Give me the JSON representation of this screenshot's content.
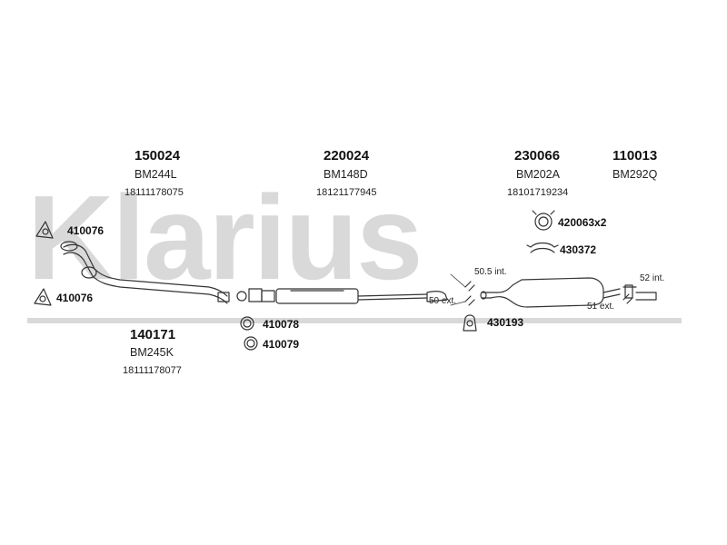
{
  "watermark": "Klarius",
  "groups": [
    {
      "code": "150024",
      "model": "BM244L",
      "oem": "18111178075"
    },
    {
      "code": "220024",
      "model": "BM148D",
      "oem": "18121177945"
    },
    {
      "code": "230066",
      "model": "BM202A",
      "oem": "18101719234"
    },
    {
      "code": "110013",
      "model": "BM292Q"
    },
    {
      "code": "140171",
      "model": "BM245K",
      "oem": "18111178077"
    }
  ],
  "parts": {
    "gasket_top": "410076",
    "gasket_bottom": "410076",
    "ring_1": "410078",
    "ring_2": "410079",
    "clamp_set": "420063x2",
    "strap": "430372",
    "mount": "430193"
  },
  "dimensions": {
    "d1": "50.5 int.",
    "d2": "50 ext.",
    "d3": "52 int.",
    "d4": "51 ext."
  }
}
